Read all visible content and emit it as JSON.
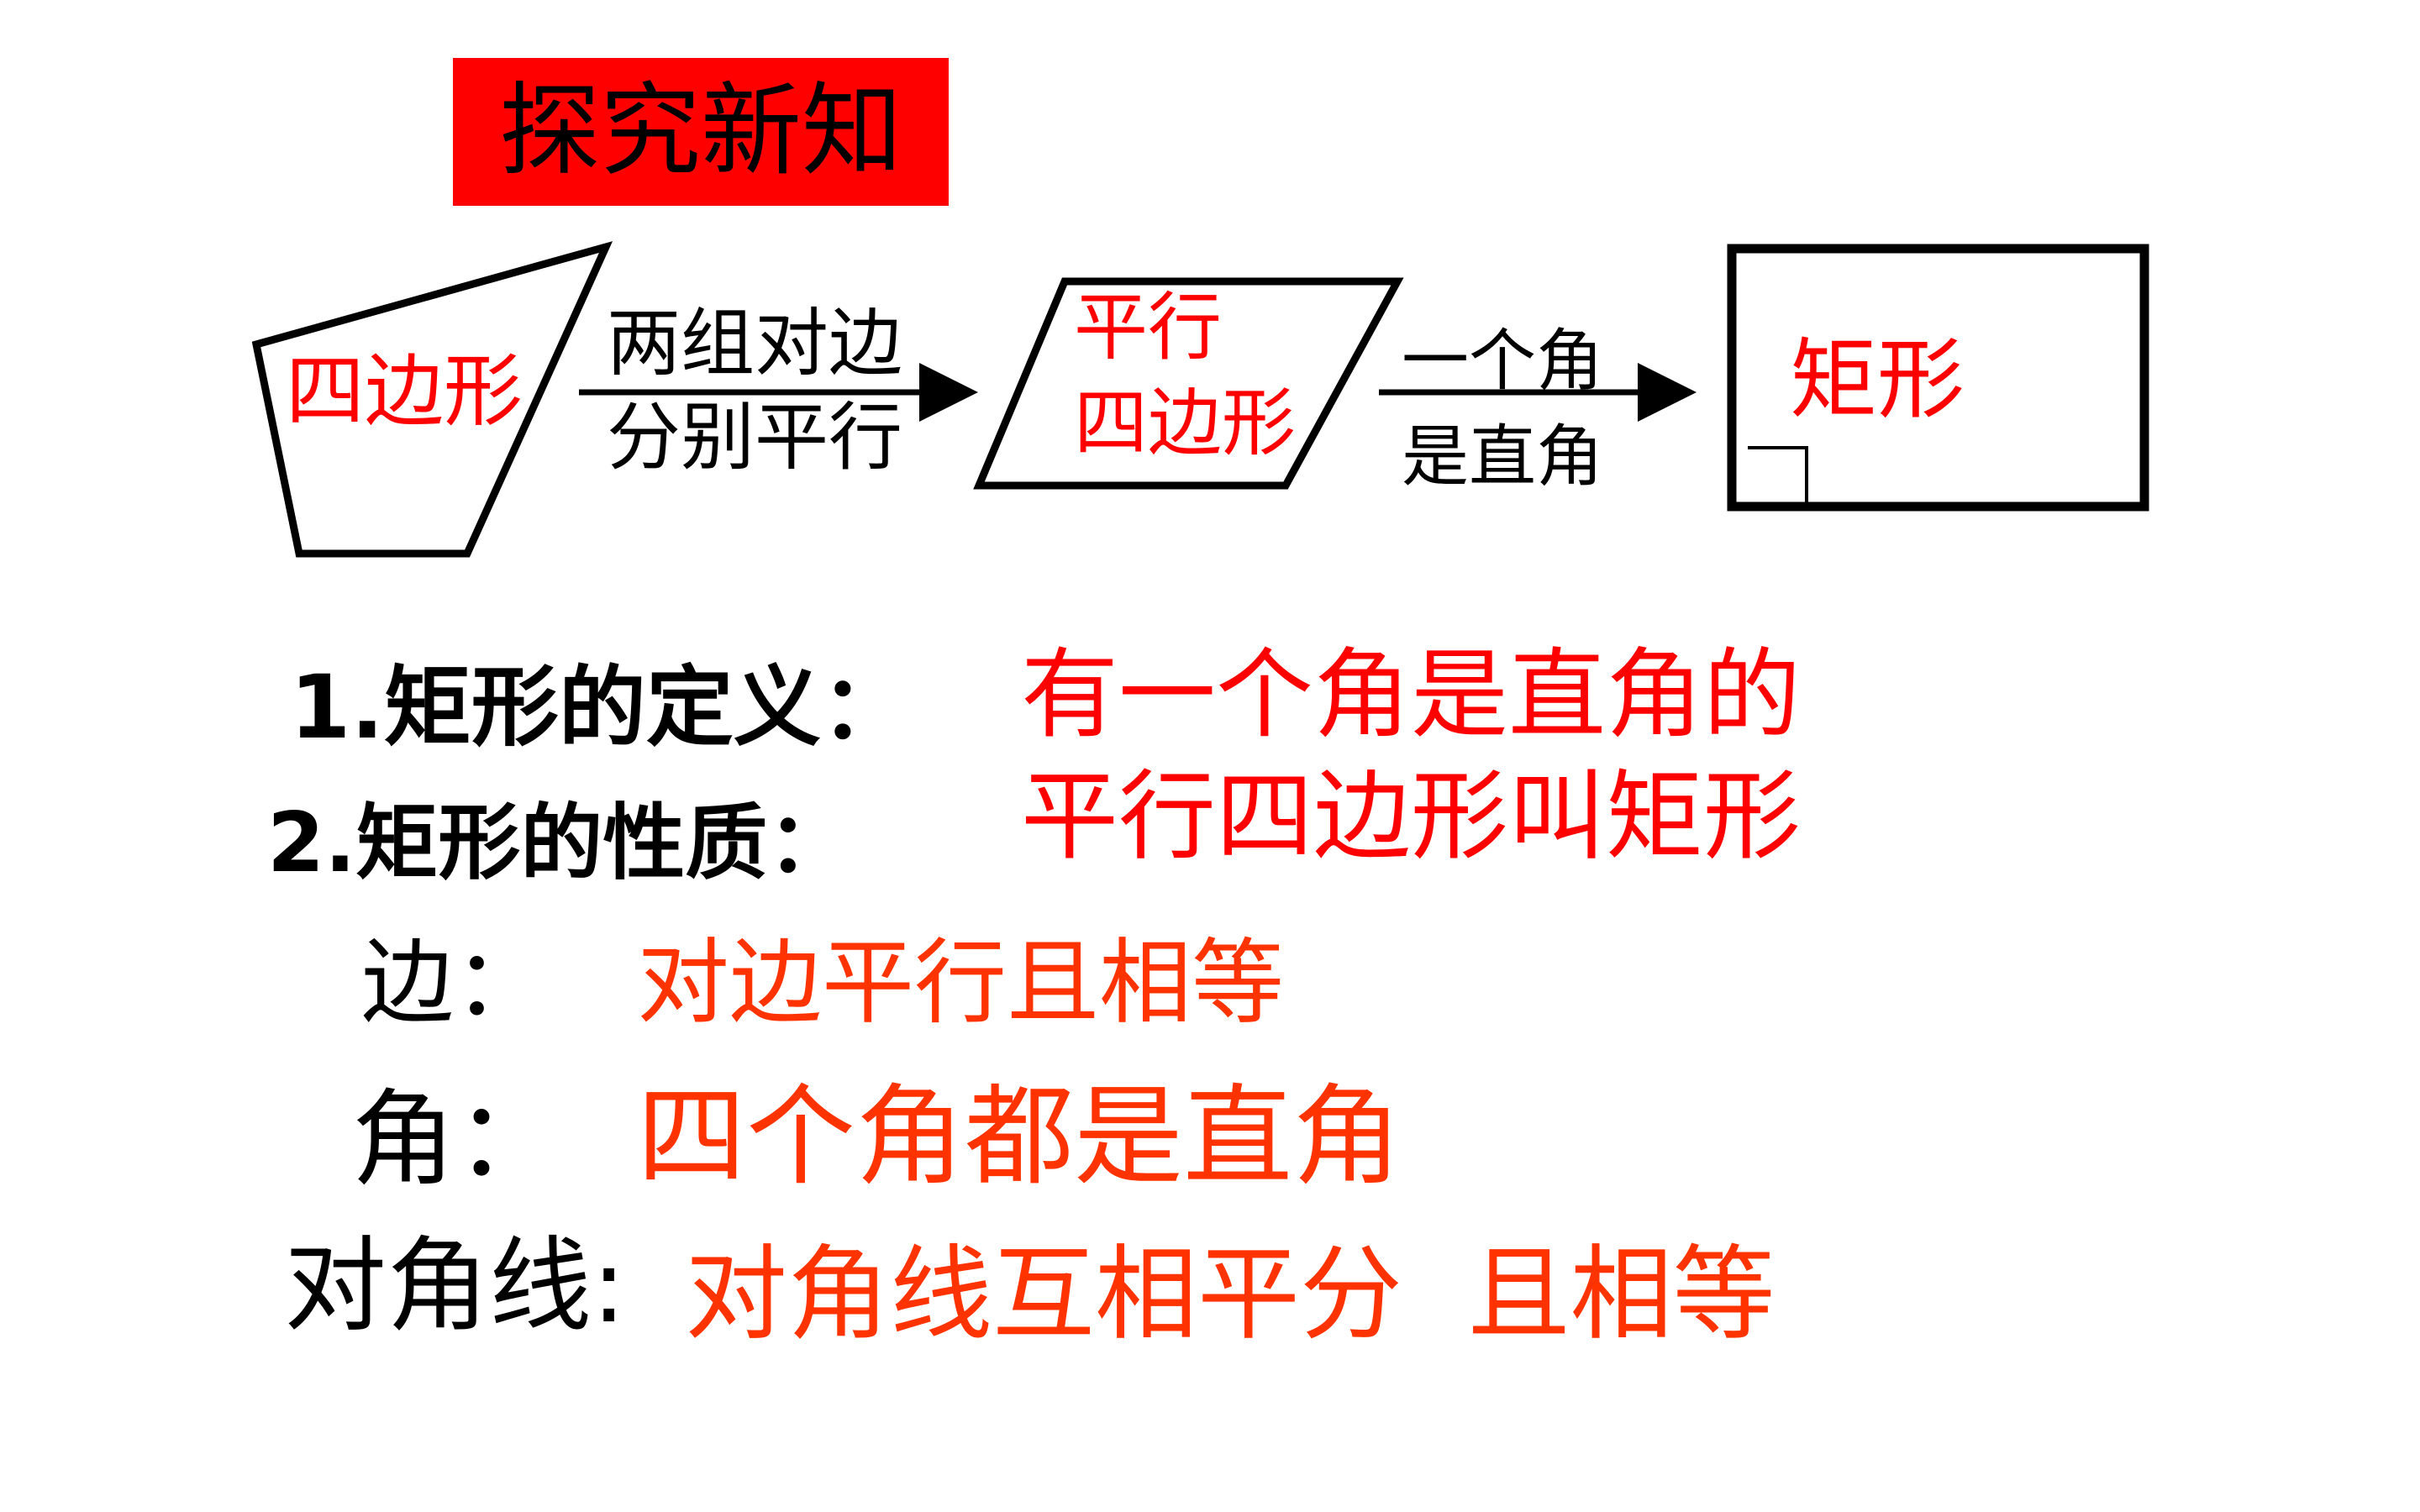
{
  "colors": {
    "black": "#000000",
    "red": "#ff0000",
    "orange_red": "#ff3300"
  },
  "header": {
    "title": "探究新知"
  },
  "diagram": {
    "quadrilateral_label": "四边形",
    "arrow1_line1": "两组对边",
    "arrow1_line2": "分别平行",
    "parallelogram_line1": "平行",
    "parallelogram_line2": "四边形",
    "arrow2_line1": "一个角",
    "arrow2_line2": "是直角",
    "rectangle_label": "矩形"
  },
  "definition": {
    "label": "1.矩形的定义：",
    "line1": "有一个角是直角的",
    "line2": "平行四边形叫矩形"
  },
  "properties": {
    "label": "2.矩形的性质：",
    "sides_label": "边：",
    "sides_value": "对边平行且相等",
    "angles_label": "角：",
    "angles_value": "四个角都是直角",
    "diagonals_label": "对角线:",
    "diagonals_value": "对角线互相平分  且相等"
  }
}
